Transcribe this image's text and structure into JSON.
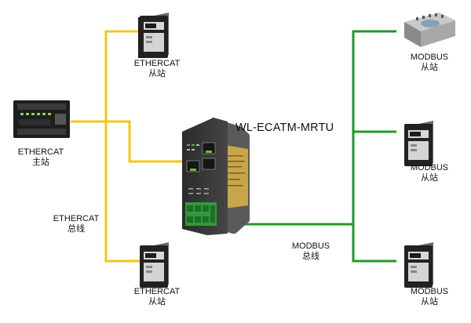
{
  "device": {
    "model": "WL-ECATM-MRTU"
  },
  "nodes": {
    "ethercat_master": {
      "line1": "ETHERCAT",
      "line2": "主站"
    },
    "ethercat_slave_top": {
      "line1": "ETHERCAT",
      "line2": "从站"
    },
    "ethercat_slave_bottom": {
      "line1": "ETHERCAT",
      "line2": "从站"
    },
    "modbus_slave_top": {
      "line1": "MODBUS",
      "line2": "从站"
    },
    "modbus_slave_mid": {
      "line1": "MODBUS",
      "line2": "从站"
    },
    "modbus_slave_bottom": {
      "line1": "MODBUS",
      "line2": "从站"
    }
  },
  "buses": {
    "ethercat": {
      "line1": "ETHERCAT",
      "line2": "总线",
      "color": "#f5c518"
    },
    "modbus": {
      "line1": "MODBUS",
      "line2": "总线",
      "color": "#1f9a2a"
    }
  }
}
